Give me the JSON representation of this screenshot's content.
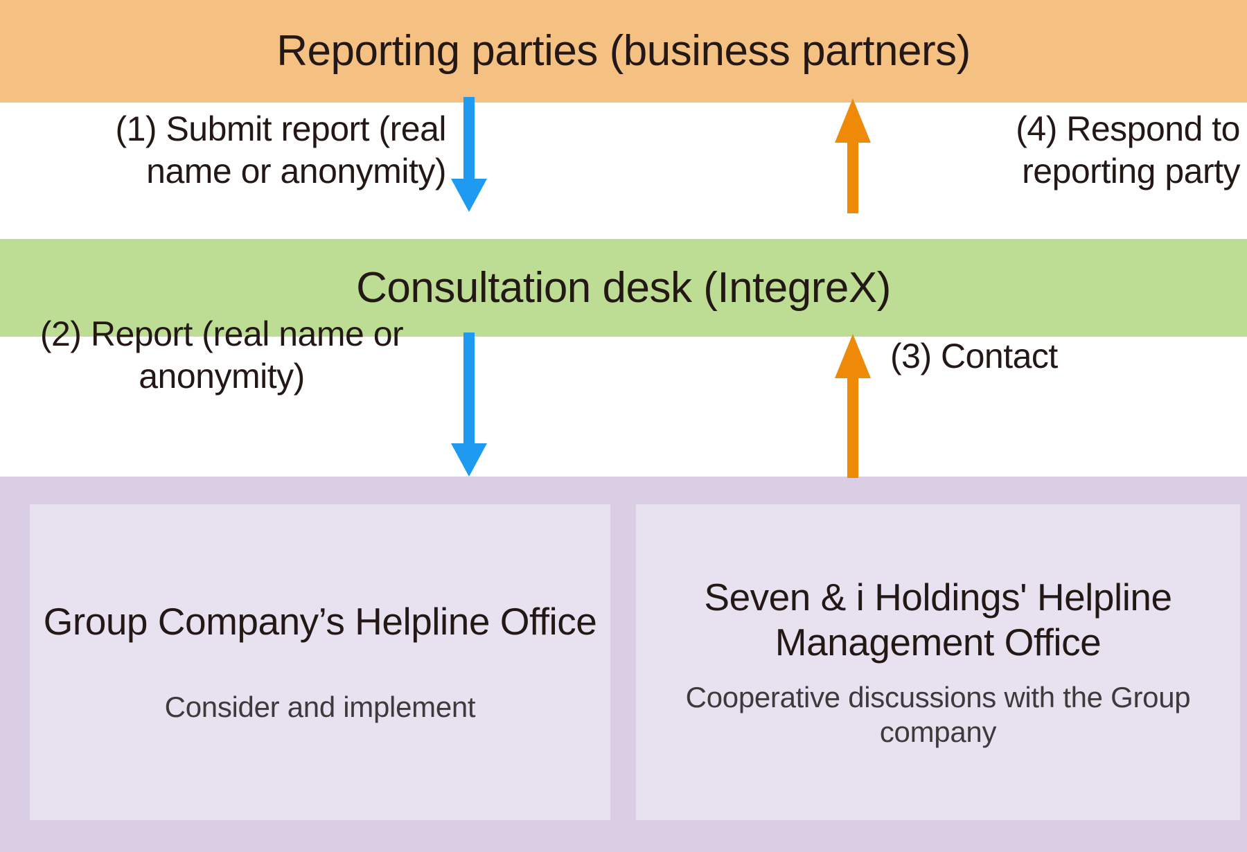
{
  "diagram": {
    "title": "Whistleblowing / helpline reporting flow",
    "bands": {
      "reporting_parties": {
        "label": "Reporting parties (business partners)",
        "color": "#f5c183"
      },
      "consultation_desk": {
        "label": "Consultation desk (IntegreX)",
        "color": "#bddc94"
      },
      "offices": {
        "color": "#dacee5"
      }
    },
    "offices": [
      {
        "title": "Group Company’s\nHelpline Office",
        "subtitle": "Consider and implement",
        "color": "#e8e1f0"
      },
      {
        "title": "Seven & i Holdings'\nHelpline Management\nOffice",
        "subtitle": "Cooperative discussions\nwith the Group company",
        "color": "#e8e1f0"
      }
    ],
    "steps": [
      {
        "id": "step-1",
        "label": "(1) Submit report (real\nname or anonymity)",
        "arrow_icon": "arrow-down-icon",
        "arrow_color": "#1e9bf0",
        "direction": "down",
        "from": "Reporting parties (business partners)",
        "to": "Consultation desk (IntegreX)"
      },
      {
        "id": "step-2",
        "label": "(2) Report (real name or\nanonymity)",
        "arrow_icon": "arrow-down-icon",
        "arrow_color": "#1e9bf0",
        "direction": "down",
        "from": "Consultation desk (IntegreX)",
        "to": "Group Company’s Helpline Office"
      },
      {
        "id": "step-3",
        "label": "(3) Contact",
        "arrow_icon": "arrow-up-icon",
        "arrow_color": "#ee8a07",
        "direction": "up",
        "from": "Seven & i Holdings' Helpline Management Office",
        "to": "Consultation desk (IntegreX)"
      },
      {
        "id": "step-4",
        "label": "(4) Respond to\nreporting party",
        "arrow_icon": "arrow-up-icon",
        "arrow_color": "#ee8a07",
        "direction": "up",
        "from": "Consultation desk (IntegreX)",
        "to": "Reporting parties (business partners)"
      }
    ]
  }
}
